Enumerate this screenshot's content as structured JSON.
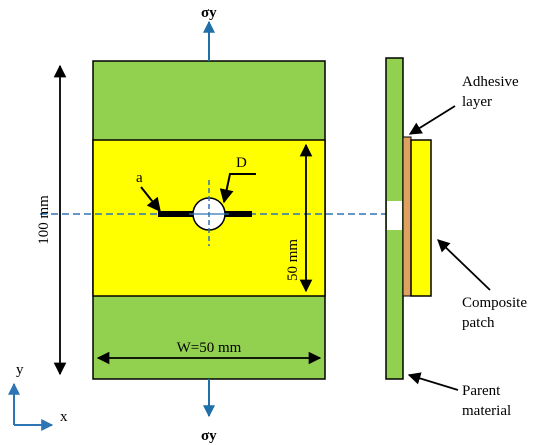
{
  "labels": {
    "sigma_top": "σy",
    "sigma_bottom": "σy",
    "height_dim": "100 mm",
    "patch_height_dim": "50 mm",
    "width_dim": "W=50 mm",
    "crack_label": "a",
    "hole_label": "D",
    "axis_y": "y",
    "axis_x": "x",
    "adhesive_line1": "Adhesive",
    "adhesive_line2": "layer",
    "composite_line1": "Composite",
    "composite_line2": "patch",
    "parent_line1": "Parent",
    "parent_line2": "material"
  },
  "colors": {
    "plate_green": "#92d050",
    "patch_yellow": "#ffff00",
    "adhesive_orange": "#e0a060",
    "stress_arrow_blue": "#1f6fa8",
    "centerline_blue": "#2e75b6",
    "outline": "#000000"
  }
}
